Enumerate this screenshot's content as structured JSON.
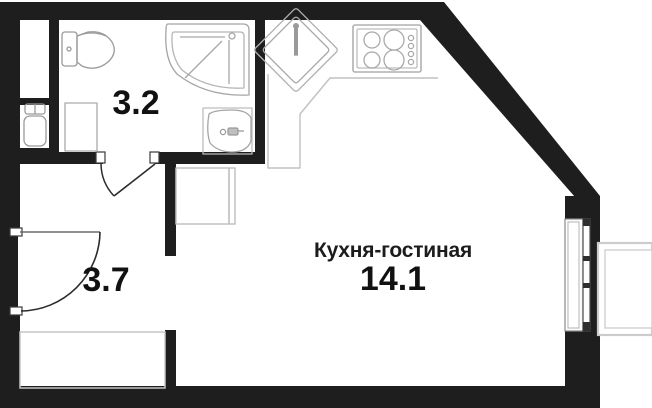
{
  "plan": {
    "type": "apartment-floor-plan",
    "unit_type": "studio",
    "rooms": [
      {
        "id": "bathroom",
        "name": "",
        "area": "3.2",
        "fixtures": [
          "toilet-icon",
          "shower-tray-icon",
          "washbasin-icon",
          "small-sink-icon",
          "cabinet-icon"
        ]
      },
      {
        "id": "hallway",
        "name": "",
        "area": "3.7",
        "fixtures": [
          "entry-door-icon",
          "wardrobe-icon"
        ]
      },
      {
        "id": "kitchen-living",
        "name": "Кухня-гостиная",
        "area": "14.1",
        "fixtures": [
          "corner-kitchen-sink-icon",
          "cooktop-icon",
          "counter-icon",
          "balcony-door-icon"
        ]
      }
    ],
    "colors": {
      "wall": "#1e1e1e",
      "fixture_outline": "#9a9a9a",
      "label_text": "#111111",
      "background": "#ffffff",
      "window_frame": "#3a3a3a",
      "balcony_outline": "#c8c8c8"
    }
  }
}
